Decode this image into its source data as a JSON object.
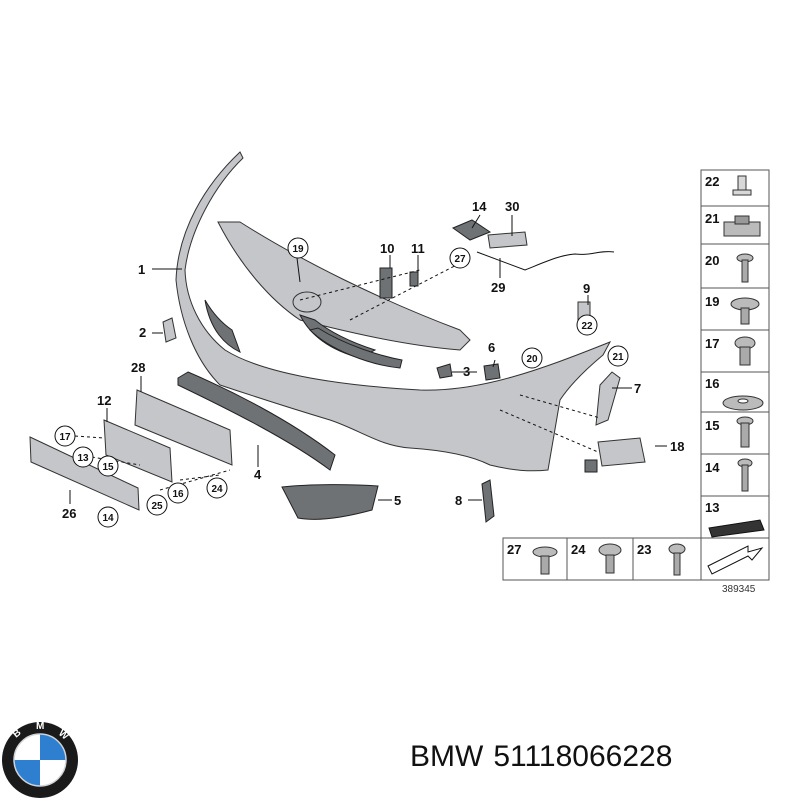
{
  "diagram": {
    "drawing_number": "389345",
    "callouts": [
      "1",
      "2",
      "3",
      "4",
      "5",
      "6",
      "7",
      "8",
      "9",
      "10",
      "11",
      "12",
      "17",
      "13",
      "15",
      "16",
      "18",
      "19",
      "20",
      "21",
      "22",
      "23",
      "24",
      "25",
      "26",
      "28",
      "29",
      "30",
      "14",
      "27"
    ],
    "legend_parts": [
      "22",
      "21",
      "20",
      "19",
      "17",
      "16",
      "15",
      "14",
      "13"
    ],
    "bottom_parts": [
      "27",
      "24",
      "23"
    ]
  },
  "footer": {
    "brand": "BMW",
    "part_number": "51118066228"
  },
  "logo": {
    "colors": {
      "blue": "#2f7fd0",
      "ring": "#1a1a1a",
      "white": "#ffffff"
    },
    "lettering": "BMW"
  }
}
